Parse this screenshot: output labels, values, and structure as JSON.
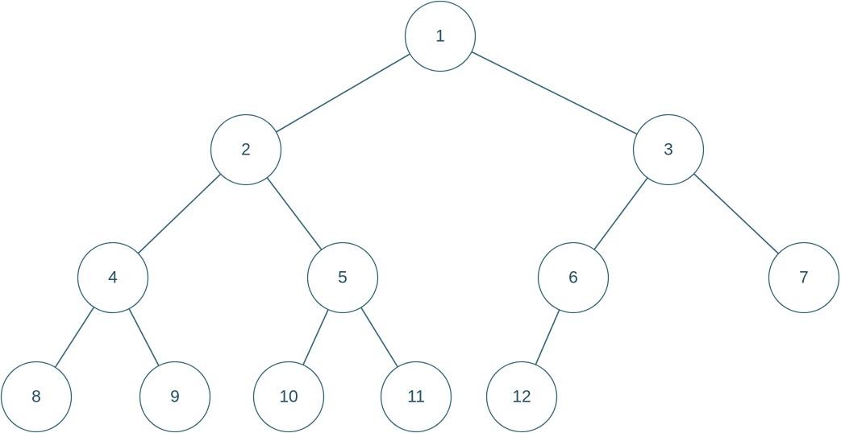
{
  "diagram": {
    "nodes": [
      {
        "id": "1",
        "label": "1"
      },
      {
        "id": "2",
        "label": "2"
      },
      {
        "id": "3",
        "label": "3"
      },
      {
        "id": "4",
        "label": "4"
      },
      {
        "id": "5",
        "label": "5"
      },
      {
        "id": "6",
        "label": "6"
      },
      {
        "id": "7",
        "label": "7"
      },
      {
        "id": "8",
        "label": "8"
      },
      {
        "id": "9",
        "label": "9"
      },
      {
        "id": "10",
        "label": "10"
      },
      {
        "id": "11",
        "label": "11"
      },
      {
        "id": "12",
        "label": "12"
      }
    ],
    "edges": [
      {
        "from": "1",
        "to": "2"
      },
      {
        "from": "1",
        "to": "3"
      },
      {
        "from": "2",
        "to": "4"
      },
      {
        "from": "2",
        "to": "5"
      },
      {
        "from": "3",
        "to": "6"
      },
      {
        "from": "3",
        "to": "7"
      },
      {
        "from": "4",
        "to": "8"
      },
      {
        "from": "4",
        "to": "9"
      },
      {
        "from": "5",
        "to": "10"
      },
      {
        "from": "5",
        "to": "11"
      },
      {
        "from": "6",
        "to": "12"
      }
    ]
  }
}
